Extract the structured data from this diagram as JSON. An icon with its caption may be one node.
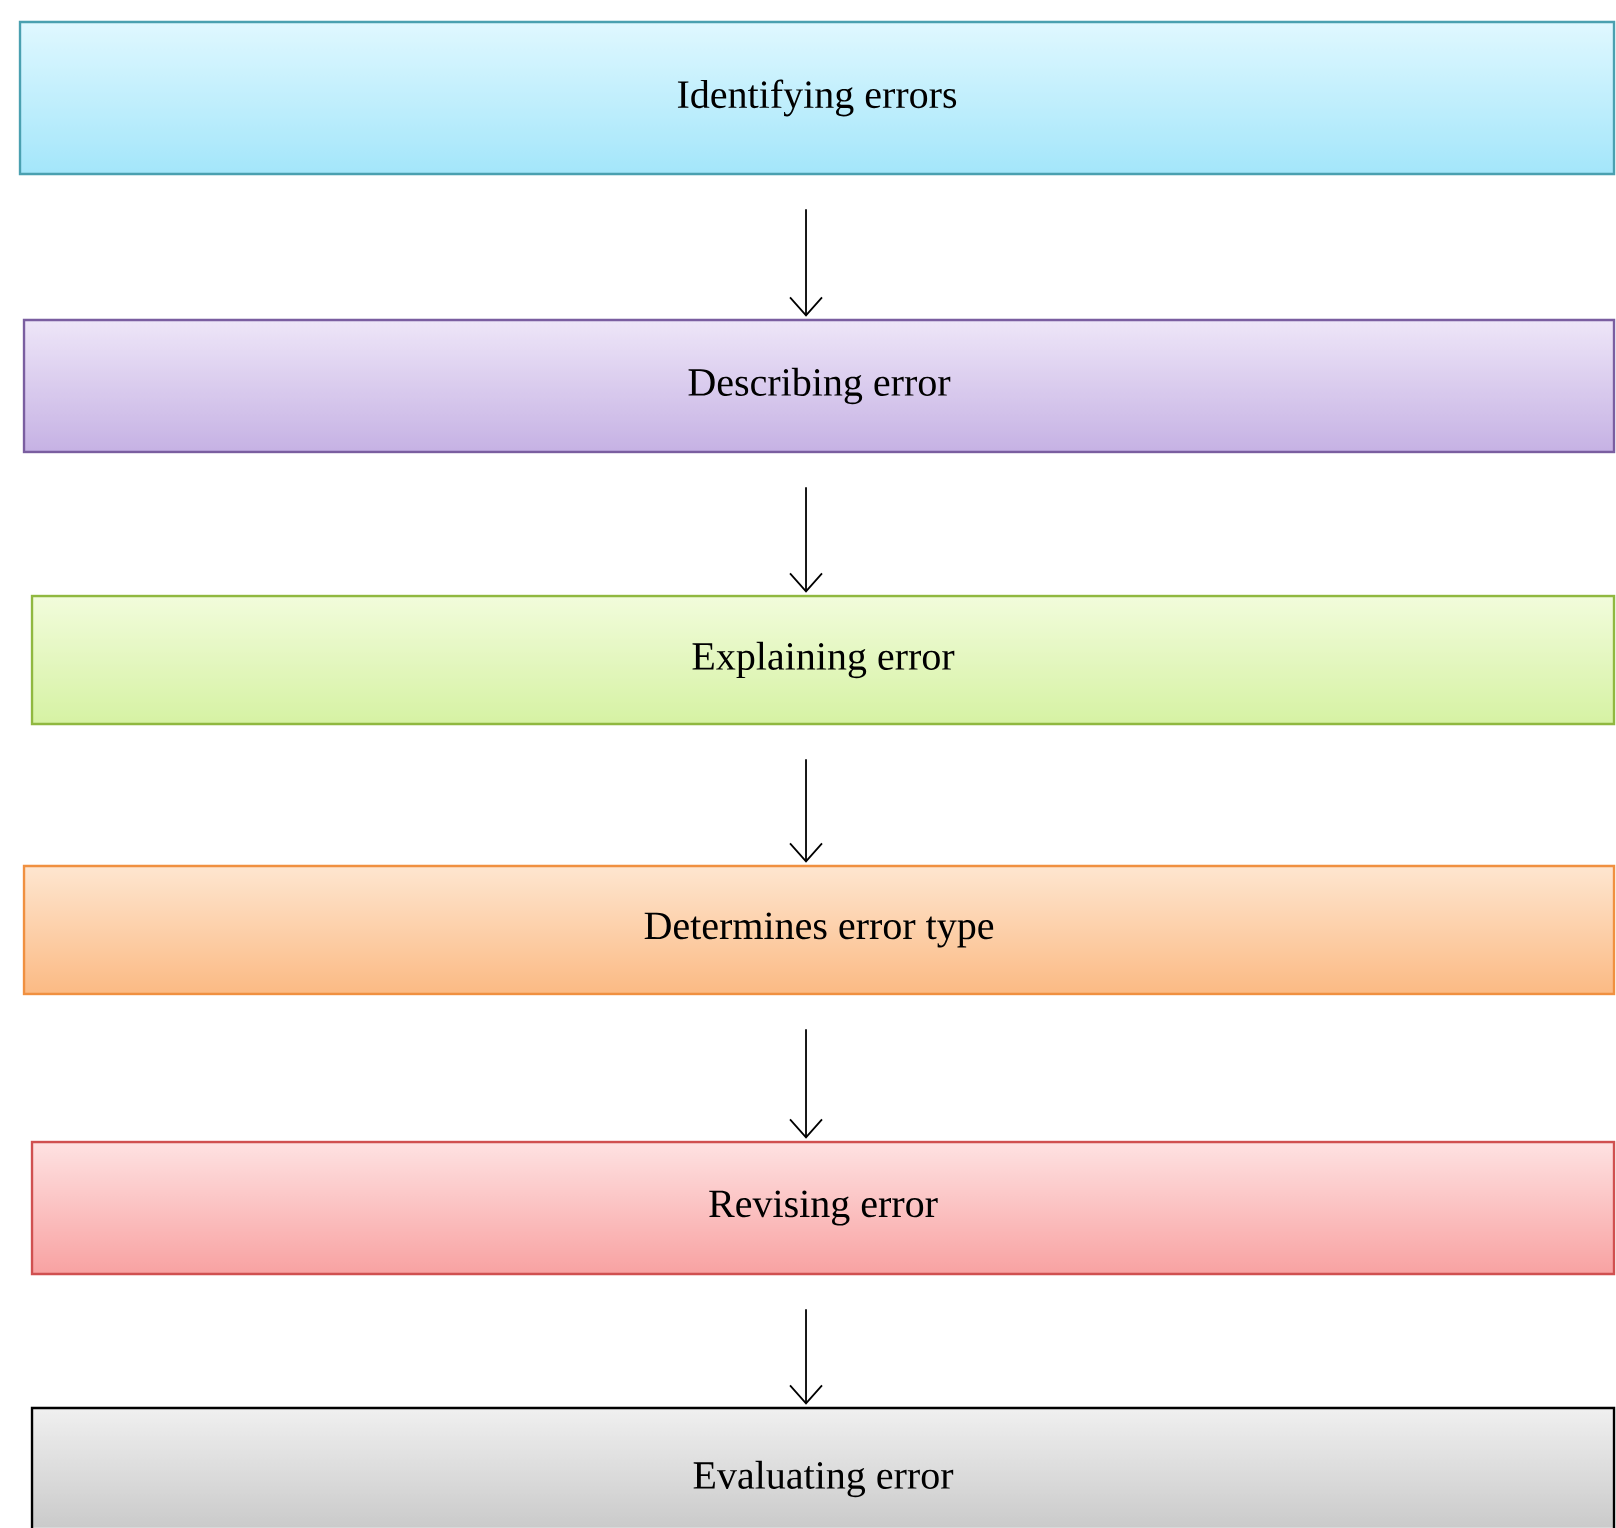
{
  "diagram": {
    "nodes": [
      {
        "text": [
          "Identifying errors"
        ]
      },
      {
        "text": [
          "Describing error"
        ]
      },
      {
        "text": [
          "Explaining error"
        ]
      },
      {
        "text": [
          "Determines error type"
        ]
      },
      {
        "text": [
          "Revising error"
        ]
      },
      {
        "text": [
          "Evaluating error"
        ]
      }
    ],
    "edges": [
      {
        "from": 0,
        "to": 1,
        "arrow": "to"
      },
      {
        "from": 1,
        "to": 2,
        "arrow": "to"
      },
      {
        "from": 2,
        "to": 3,
        "arrow": "to"
      },
      {
        "from": 3,
        "to": 4,
        "arrow": "to"
      },
      {
        "from": 4,
        "to": 5,
        "arrow": "to"
      }
    ]
  }
}
